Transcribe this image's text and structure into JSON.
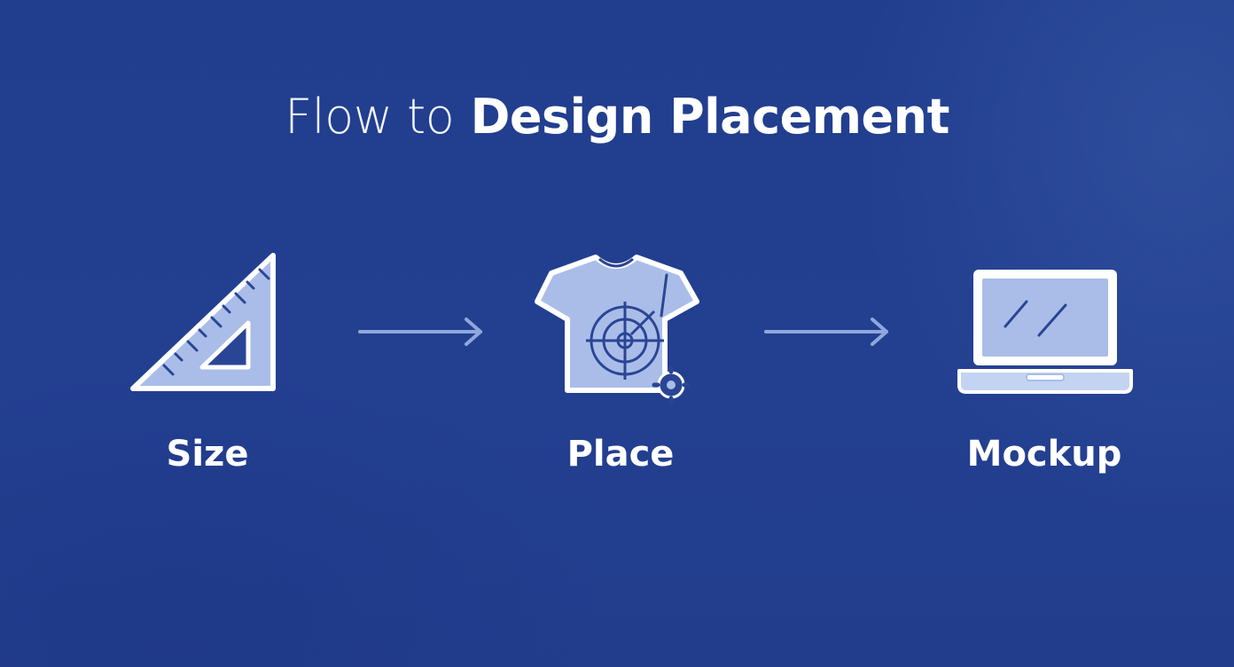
{
  "title": {
    "light": "Flow to",
    "bold": "Design Placement"
  },
  "steps": [
    {
      "label": "Size",
      "icon": "triangle-ruler-icon"
    },
    {
      "label": "Place",
      "icon": "tshirt-target-icon"
    },
    {
      "label": "Mockup",
      "icon": "laptop-icon"
    }
  ],
  "colors": {
    "background": "#223f8f",
    "icon_fill": "#a9bde8",
    "icon_stroke": "#ffffff",
    "icon_detail": "#2a4595",
    "arrow": "#8fa7dc",
    "text": "#ffffff"
  }
}
